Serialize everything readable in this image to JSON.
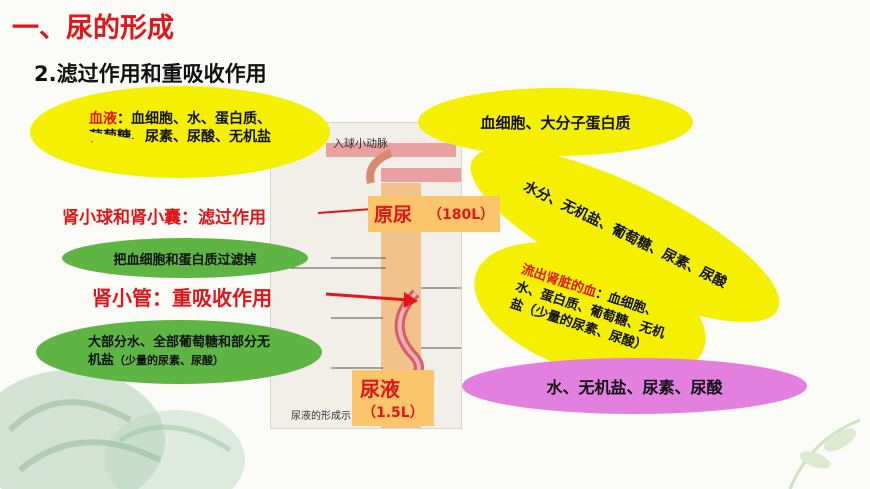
{
  "title": "一、尿的形成",
  "subtitle": "2.滤过作用和重吸收作用",
  "blood_bubble": {
    "label": "血液",
    "colon": "：",
    "line1_rest": "血细胞、水、蛋白质、",
    "line2": "葡萄糖、尿素、尿酸、无机盐"
  },
  "cells_bubble": "血细胞、大分子蛋白质",
  "filtrate_bubble": [
    "水分、无机盐、葡萄糖、尿素、尿酸"
  ],
  "glomerulus_label": "肾小球和肾小囊：滤过作用",
  "filter_bubble": "把血细胞和蛋白质过滤掉",
  "tubule_label": "肾小管：重吸收作用",
  "reabsorb_bubble": {
    "line1": "大部分水、全部葡萄糖和部分无",
    "line2": "机盐",
    "note": "（少量的尿素、尿酸）"
  },
  "primary_urine": {
    "label": "原尿",
    "volume": "（180L）"
  },
  "urine": {
    "label": "尿液",
    "volume": "（1.5L）"
  },
  "outflow_bubble": {
    "label": "流出肾脏的血",
    "colon": "：",
    "rest1": "血细胞、",
    "line2": "水、蛋白质、葡萄糖、无机",
    "line3": "盐（少量的尿素、尿酸）"
  },
  "urine_bubble": "水、无机盐、尿素、尿酸",
  "diagram": {
    "artery_label": "入球小动脉",
    "caption": "尿液的形成示"
  },
  "colors": {
    "red": "#e2161a",
    "yellow": "#f5f000",
    "green": "#5fb544",
    "pink": "#e37fdf",
    "orange": "#fbc66b"
  }
}
